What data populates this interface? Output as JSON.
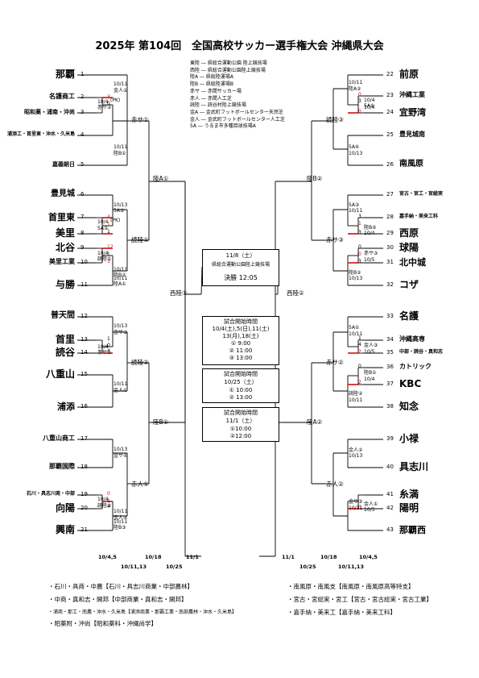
{
  "title": "2025年 第104回　全国高校サッカー選手権大会 沖縄県大会",
  "legend": [
    "東陸 ― 県総合運動公園 陸上競技場",
    "西陸 ― 県総合運動公園陸上競技場",
    "陸A ― 県総陸運場A",
    "陸B ― 県総陸運場B",
    "赤サ ― 赤間サッカー場",
    "赤人 ― 赤間人工芝",
    "読陸 ― 読谷村陸上競技場",
    "金A ― 金武町フットボールセンター天然芝",
    "金人 ― 金武町フットボールセンター人工芝",
    "5A ― うるま市多種目球技場A"
  ],
  "left_teams": [
    {
      "num": "1",
      "name": "那覇"
    },
    {
      "num": "2",
      "name": "名護商工"
    },
    {
      "num": "3",
      "name": "昭和薬・浦南・沖尚"
    },
    {
      "num": "4",
      "name": "浦添工・首里東・沖水・久米島"
    },
    {
      "num": "5",
      "name": "嘉義朝日"
    },
    {
      "num": "6",
      "name": "豊見城"
    },
    {
      "num": "7",
      "name": "首里東"
    },
    {
      "num": "8",
      "name": "美里"
    },
    {
      "num": "9",
      "name": "北谷"
    },
    {
      "num": "10",
      "name": "美里工業"
    },
    {
      "num": "11",
      "name": "与勝"
    },
    {
      "num": "12",
      "name": "普天間"
    },
    {
      "num": "13",
      "name": "首里"
    },
    {
      "num": "14",
      "name": "読谷"
    },
    {
      "num": "15",
      "name": "八重山"
    },
    {
      "num": "16",
      "name": "浦添"
    },
    {
      "num": "17",
      "name": "八重山商工"
    },
    {
      "num": "18",
      "name": "那覇国際"
    },
    {
      "num": "19",
      "name": "石川・具志川商・中部"
    },
    {
      "num": "20",
      "name": "向陽"
    },
    {
      "num": "21",
      "name": "興南"
    }
  ],
  "right_teams": [
    {
      "num": "22",
      "name": "前原"
    },
    {
      "num": "23",
      "name": "沖縄工業"
    },
    {
      "num": "24",
      "name": "宜野湾"
    },
    {
      "num": "25",
      "name": "豊見城南"
    },
    {
      "num": "26",
      "name": "南風原"
    },
    {
      "num": "27",
      "name": "宮古・宮工・宮総実"
    },
    {
      "num": "28",
      "name": "嘉手納・美来工科"
    },
    {
      "num": "29",
      "name": "西原"
    },
    {
      "num": "30",
      "name": "球陽"
    },
    {
      "num": "31",
      "name": "北中城"
    },
    {
      "num": "32",
      "name": "コザ"
    },
    {
      "num": "33",
      "name": "名護"
    },
    {
      "num": "34",
      "name": "沖縄高専"
    },
    {
      "num": "35",
      "name": "中部・読谷・真和志"
    },
    {
      "num": "36",
      "name": "カトリック"
    },
    {
      "num": "37",
      "name": "KBC"
    },
    {
      "num": "38",
      "name": "知念"
    },
    {
      "num": "39",
      "name": "小禄"
    },
    {
      "num": "40",
      "name": "具志川"
    },
    {
      "num": "41",
      "name": "糸満"
    },
    {
      "num": "42",
      "name": "陽明"
    },
    {
      "num": "43",
      "name": "那覇西"
    }
  ],
  "match_labels": [
    "10/11",
    "金人②",
    "10/4",
    "赤サ②",
    "10/11",
    "陸B①",
    "10/13",
    "5A③",
    "10/4",
    "5A②",
    "10/11",
    "陸B②",
    "10/4",
    "読陸①",
    "10/11",
    "陸A①",
    "10/13",
    "金サ③",
    "10/4",
    "赤サ①",
    "10/11",
    "金人①",
    "10/13",
    "金サ④",
    "10/11",
    "金人④",
    "10/4",
    "読陸②",
    "10/11",
    "陸B③",
    "10/11",
    "陸A②",
    "10/4",
    "5A①",
    "10/4",
    "5A④",
    "10/13",
    "5A③",
    "10/11",
    "陸B④",
    "10/4",
    "赤サ③",
    "10/5",
    "陸B②",
    "10/13",
    "5A①",
    "10/11",
    "金人③",
    "10/5",
    "陸B①",
    "10/4",
    "読陸②",
    "10/11",
    "金人②",
    "10/13",
    "金サ③",
    "10/11",
    "金人①",
    "10/5",
    "読陸②"
  ],
  "scores": [
    "3",
    "0",
    "(PK)",
    "4",
    "1",
    "(PK)",
    "1",
    "12",
    "1",
    "3",
    "1",
    "0",
    "4",
    "0",
    "1",
    "4",
    "0",
    "3",
    "0",
    "3",
    "1",
    "3",
    "0",
    "0",
    "3",
    "1",
    "4",
    "2",
    "0",
    "2",
    "0"
  ],
  "venue_labels": {
    "l_r2_a": "赤サ①",
    "l_r3_a": "陸A①",
    "l_r2_b": "読陸①",
    "l_r2_c": "読陸②",
    "l_r3_b": "陸B①",
    "l_r2_d": "赤人①",
    "l_semi": "西陸①",
    "r_r2_a": "読陸③",
    "r_r3_a": "陸B②",
    "r_r2_b": "赤サ③",
    "r_r2_c": "赤サ②",
    "r_r3_b": "陸A②",
    "r_r2_d": "赤人②",
    "r_semi": "西陸②"
  },
  "final_box": {
    "date": "11/8（土）",
    "venue": "県総合運動公園陸上競技場",
    "time": "決勝 12:05"
  },
  "time_box_1": {
    "heading": "試合開始時間",
    "dates": "10/4(土),5(日),11(土)",
    "dates2": "13(月),18(土)",
    "t1": "① 9:00",
    "t2": "② 11:00",
    "t3": "③ 13:00"
  },
  "time_box_2": {
    "heading": "試合開始時間",
    "dates": "10/25（土）",
    "t1": "① 10:00",
    "t2": "② 13:00"
  },
  "time_box_3": {
    "heading": "試合開始時間",
    "dates": "11/1（土）",
    "t1": "①10:00",
    "t2": "②12:00"
  },
  "dates_bottom_left": [
    "10/4,5",
    "10/18",
    "11/1",
    "10/11,13",
    "10/25"
  ],
  "dates_bottom_right": [
    "11/1",
    "10/18",
    "10/4,5",
    "10/25",
    "10/11,13"
  ],
  "footnotes_left": [
    "・石川・具商・中農【石川・具志川商業・中部農林】",
    "・中商・真和志・開邦【中部商業・真和志・開邦】",
    "・浦商・那工・南農・沖水・久米島【浦添商業・那覇工業・南部農林・沖水・久米島】",
    "・昭薬附・沖尚【昭和薬科・沖縄尚学】"
  ],
  "footnotes_right": [
    "・南風原・南風支【南風原・南風原高等特支】",
    "・宮古・宮総実・宮工【宮古・宮古総実・宮古工業】",
    "・嘉手納・美来工【嘉手納・美来工科】"
  ]
}
